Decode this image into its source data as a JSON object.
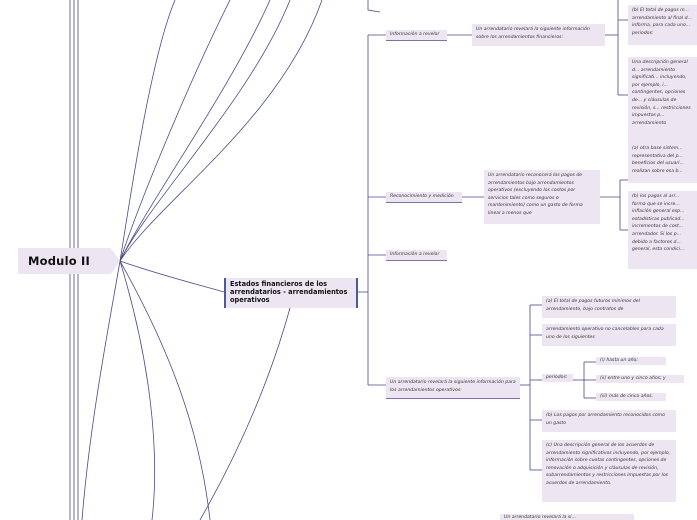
{
  "root": {
    "label": "Modulo II"
  },
  "main": {
    "label": "Estados financieros de los arrendatarios - arrendamientos operativos"
  },
  "top": {
    "info_label": "Información a revelar",
    "info_text": "Un arrendatario revelará la siguiente información sobre los arrendamientos financieros:",
    "b_text": "(b) El total de pagos m... arrendamiento al final d... informa, para cada uno... periodos:",
    "c_text": "Una descripción general d... arrendamiento significati... incluyendo, por ejemplo, i... contingentes, opciones de... y cláusulas de revisión, s... restricciones impuestos p... arrendamiento"
  },
  "recon": {
    "label": "Reconocimiento y medición",
    "text": "Un arrendatario reconocerá los pagos de arrendamientos bajo arrendamientos operativos (excluyendo los costos por servicios tales como seguros o mantenimiento) como un gasto de forma lineal a menos que",
    "a_text": "(a) otra base sistem... representativa del p... beneficios del usuari... realizan sobre esa b...",
    "b_text": "(b) los pagos al arr... forma que se incre... inflación general esp... estadísticas publicad... incrementos de cost... arrendador. Si los p... debido a factores d... general, esta condici..."
  },
  "info2": {
    "label": "Información a revelar"
  },
  "reveal": {
    "label": "Un arrendatario revelará la siguiente información para los arrendamientos operativos:",
    "a_text": "(a) El total de pagos futuros mínimos del arrendamiento, bajo contratos de",
    "a2_text": "arrendamiento operativo no cancelables para cada uno de los siguientes",
    "periods_label": "periodos:",
    "p1": "(i) hasta un año;",
    "p2": "(ii) entre uno y cinco años; y",
    "p3": "(iii) más de cinco años.",
    "b_text": "(b) Los pagos por arrendamiento reconocidos como un gasto",
    "c_text": "(c) Una descripción general de los acuerdos de arrendamiento significativos incluyendo, por ejemplo, información sobre cuotas contingentes, opciones de renovación o adquisición y cláusulas de revisión, subarrendamientos y restricciones impuestas por los acuerdos de arrendamiento."
  },
  "bottom": {
    "text": "Un arrendatario revelará la si..."
  },
  "colors": {
    "node_bg": "#ede6f2",
    "line": "#4a4a8a",
    "accent": "#7b73a8"
  }
}
